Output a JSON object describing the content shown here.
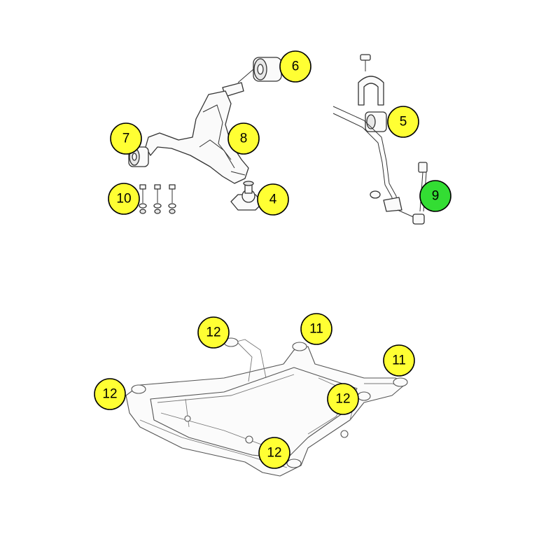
{
  "callouts": [
    {
      "id": "6",
      "label": "6",
      "fill": "#ffff33"
    },
    {
      "id": "5",
      "label": "5",
      "fill": "#ffff33"
    },
    {
      "id": "7",
      "label": "7",
      "fill": "#ffff33"
    },
    {
      "id": "8",
      "label": "8",
      "fill": "#ffff33"
    },
    {
      "id": "9",
      "label": "9",
      "fill": "#33dd33"
    },
    {
      "id": "10",
      "label": "10",
      "fill": "#ffff33"
    },
    {
      "id": "4",
      "label": "4",
      "fill": "#ffff33"
    },
    {
      "id": "11a",
      "label": "11",
      "fill": "#ffff33"
    },
    {
      "id": "11b",
      "label": "11",
      "fill": "#ffff33"
    },
    {
      "id": "12a",
      "label": "12",
      "fill": "#ffff33"
    },
    {
      "id": "12b",
      "label": "12",
      "fill": "#ffff33"
    },
    {
      "id": "12c",
      "label": "12",
      "fill": "#ffff33"
    },
    {
      "id": "12d",
      "label": "12",
      "fill": "#ffff33"
    }
  ]
}
